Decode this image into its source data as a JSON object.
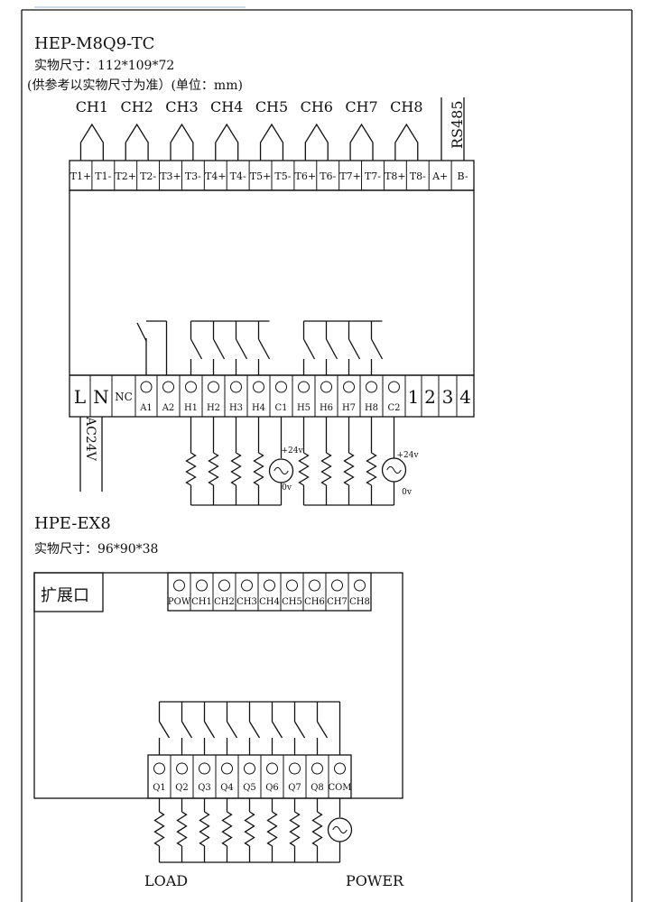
{
  "module1": {
    "model": "HEP-M8Q9-TC",
    "size_line": "实物尺寸：112*109*72",
    "note_line": "(供参考以实物尺寸为准）(单位：mm)",
    "channels": [
      "CH1",
      "CH2",
      "CH3",
      "CH4",
      "CH5",
      "CH6",
      "CH7",
      "CH8"
    ],
    "top_terminals": [
      "T1+",
      "T1-",
      "T2+",
      "T2-",
      "T3+",
      "T3-",
      "T4+",
      "T4-",
      "T5+",
      "T5-",
      "T6+",
      "T6-",
      "T7+",
      "T7-",
      "T8+",
      "T8-",
      "A+",
      "B-"
    ],
    "rs485_label": "RS485",
    "bottom_terminals": [
      "L",
      "N",
      "NC",
      "A1",
      "A2",
      "H1",
      "H2",
      "H3",
      "H4",
      "C1",
      "H5",
      "H6",
      "H7",
      "H8",
      "C2",
      "1",
      "2",
      "3",
      "4"
    ],
    "power_label": "AC24V",
    "plus24_label": "+24v",
    "zero_label": "0v"
  },
  "module2": {
    "model": "HPE-EX8",
    "size_line": "实物尺寸：96*90*38",
    "port_label": "扩展口",
    "leds": [
      "POW",
      "CH1",
      "CH2",
      "CH3",
      "CH4",
      "CH5",
      "CH6",
      "CH7",
      "CH8"
    ],
    "outputs": [
      "Q1",
      "Q2",
      "Q3",
      "Q4",
      "Q5",
      "Q6",
      "Q7",
      "Q8",
      "COM"
    ],
    "load_label": "LOAD",
    "power_label": "POWER"
  }
}
